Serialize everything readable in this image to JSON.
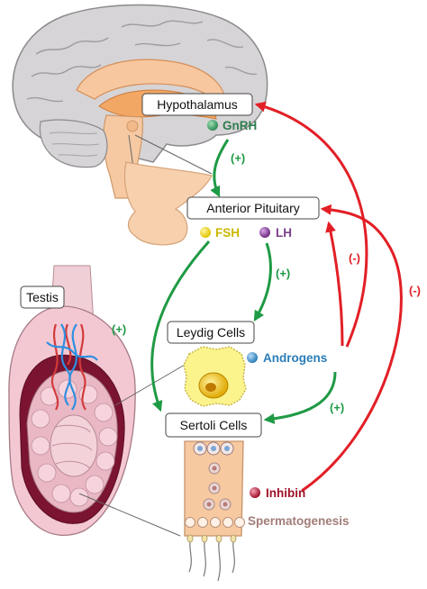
{
  "labels": {
    "hypothalamus": "Hypothalamus",
    "anterior_pituitary": "Anterior Pituitary",
    "testis": "Testis",
    "leydig_cells": "Leydig Cells",
    "sertoli_cells": "Sertoli Cells"
  },
  "hormones": {
    "gnrh": "GnRH",
    "fsh": "FSH",
    "lh": "LH",
    "androgens": "Androgens",
    "inhibin": "Inhibin",
    "spermatogenesis": "Spermatogenesis"
  },
  "signs": {
    "gnrh_effect": "(+)",
    "lh_effect": "(+)",
    "fsh_effect": "(+)",
    "androgens_sertoli": "(+)",
    "androgens_feedback": "(-)",
    "inhibin_feedback": "(-)"
  },
  "colors": {
    "stimulatory": "#1f9a45",
    "inhibitory": "#e21f26",
    "gnrh_text": "#2e7d4f",
    "fsh_text": "#c9b800",
    "lh_text": "#7b3f8c",
    "androgens_text": "#2a7db8",
    "inhibin_text": "#a0122a",
    "spermatogenesis_text": "#a27d78"
  }
}
